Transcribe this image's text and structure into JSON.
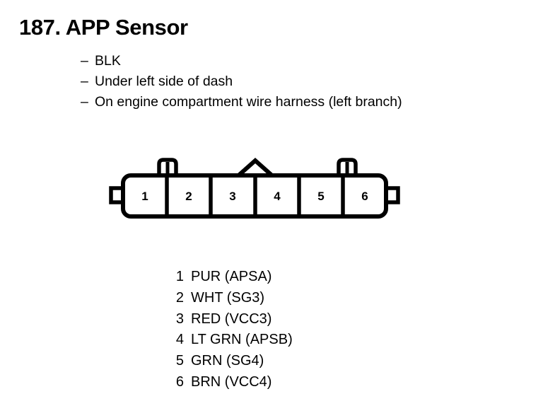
{
  "page": {
    "title": "187. APP Sensor",
    "ink_color": "#000000",
    "background_color": "#ffffff"
  },
  "description": {
    "dash": "–",
    "lines": [
      "BLK",
      "Under left side of dash",
      "On engine compartment wire harness (left branch)"
    ]
  },
  "connector": {
    "cavity_count": 6,
    "cavity_numbers": [
      "1",
      "2",
      "3",
      "4",
      "5",
      "6"
    ],
    "features": {
      "left_side_tab": "side-notch-tab",
      "right_side_tab": "side-notch-tab",
      "top_left_tab": "slotted-top-tab",
      "top_right_tab": "slotted-top-tab",
      "top_center_latch": "peak-latch"
    }
  },
  "pin_legend": {
    "rows": [
      {
        "number": "1",
        "label": "PUR (APSA)"
      },
      {
        "number": "2",
        "label": "WHT (SG3)"
      },
      {
        "number": "3",
        "label": "RED (VCC3)"
      },
      {
        "number": "4",
        "label": "LT GRN (APSB)"
      },
      {
        "number": "5",
        "label": "GRN (SG4)"
      },
      {
        "number": "6",
        "label": "BRN (VCC4)"
      }
    ]
  }
}
